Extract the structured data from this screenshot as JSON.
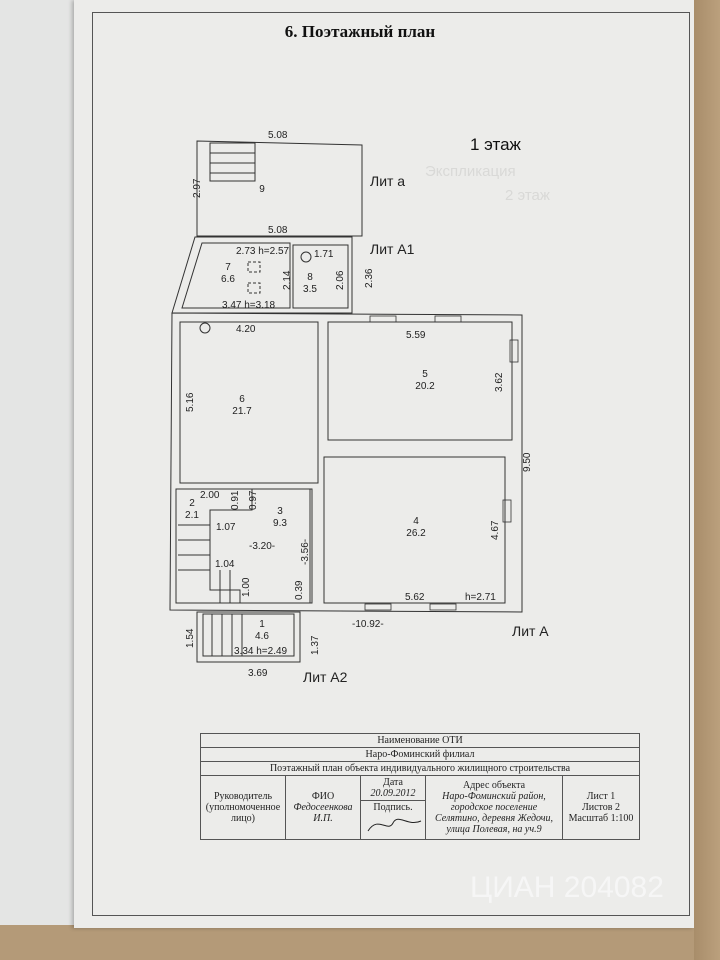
{
  "document": {
    "heading": "6. Поэтажный план",
    "floor_label": "1 этаж",
    "ghost_text": [
      "Экспликация",
      "2 этаж"
    ]
  },
  "plan": {
    "lit_a": "Лит а",
    "lit_a1": "Лит А1",
    "lit_A": "Лит А",
    "lit_a2": "Лит А2",
    "dims": {
      "a_top": "5.08",
      "a_left": "2.97",
      "a_bottom": "5.08",
      "r7_w": "2.73 h=2.57",
      "r8_w": "1.71",
      "r8_h": "2.06",
      "r7_h": "2.14",
      "a1_right": "2.36",
      "a1_bottom": "3.47  h=3.18",
      "r6_w": "4.20",
      "r6_h": "5.16",
      "r5_w": "5.59",
      "r5_h": "3.62",
      "A_right": "9.50",
      "r2_w": "2.00",
      "r2_h1": "0.91",
      "r2_h2": "0.97",
      "r3_w1": "1.07",
      "r3_w": "-3.20-",
      "r3_h": "-3.56-",
      "stair_w": "1.04",
      "stair_h": "1.00",
      "r3_h2": "0.39",
      "r4_h": "4.67",
      "r4_w": "5.62",
      "r4_ceiling": "h=2.71",
      "A_bottom": "-10.92-",
      "r1_left": "1.54",
      "r1_right": "1.37",
      "r1_w": "3.34  h=2.49",
      "a2_bottom": "3.69"
    },
    "rooms": [
      {
        "num": "9",
        "area": ""
      },
      {
        "num": "7",
        "area": "6.6"
      },
      {
        "num": "8",
        "area": "3.5"
      },
      {
        "num": "6",
        "area": "21.7"
      },
      {
        "num": "5",
        "area": "20.2"
      },
      {
        "num": "4",
        "area": "26.2"
      },
      {
        "num": "3",
        "area": "9.3"
      },
      {
        "num": "2",
        "area": "2.1"
      },
      {
        "num": "1",
        "area": "4.6"
      }
    ]
  },
  "stamp": {
    "org_title": "Наименование ОТИ",
    "branch": "Наро-Фоминский филиал",
    "doc_name": "Поэтажный план объекта индивидуального жилищного строительства",
    "head_label": "Руководитель (уполномоченное лицо)",
    "fio_label": "ФИО",
    "fio": "Федосеенкова И.П.",
    "date_label": "Дата",
    "date": "20.09.2012",
    "sign_label": "Подпись.",
    "address_label": "Адрес объекта",
    "address": "Наро-Фоминский район, городское поселение Селятино, деревня Жедочи, улица Полевая, на уч.9",
    "sheet": "Лист 1",
    "sheets": "Листов 2",
    "scale": "Масштаб 1:100"
  },
  "watermark": "ЦИАН 204082"
}
